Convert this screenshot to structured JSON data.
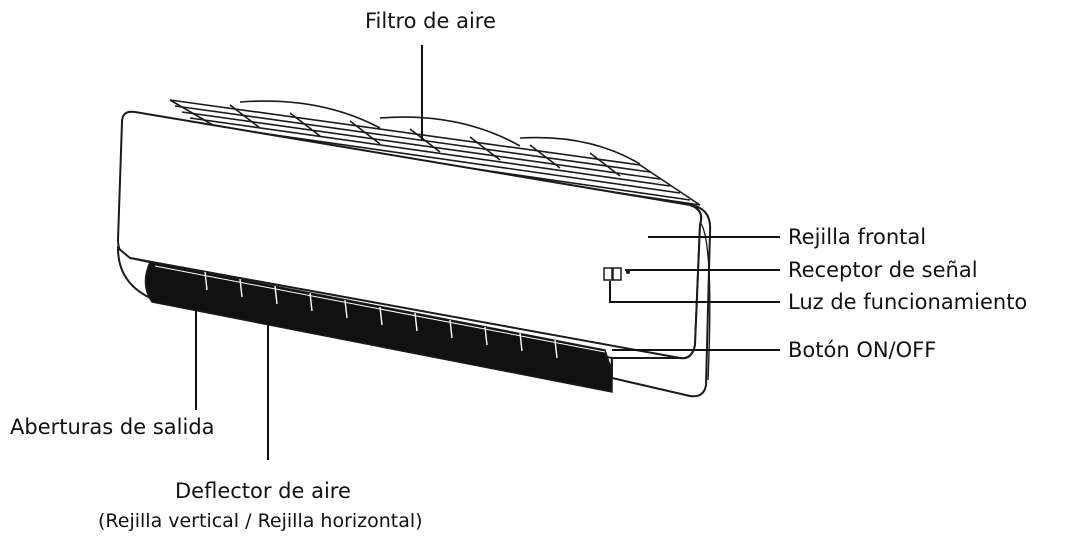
{
  "labels": {
    "air_filter": "Filtro de aire",
    "front_grille": "Rejilla frontal",
    "signal_receiver": "Receptor de señal",
    "operation_light": "Luz de funcionamiento",
    "on_off_button": "Botón ON/OFF",
    "outlet_openings": "Aberturas de salida",
    "air_deflector": "Deflector de aire",
    "air_deflector_detail": "(Rejilla vertical / Rejilla horizontal)"
  },
  "colors": {
    "line": "#111111",
    "outline": "#1a1a1a",
    "background": "#ffffff"
  }
}
